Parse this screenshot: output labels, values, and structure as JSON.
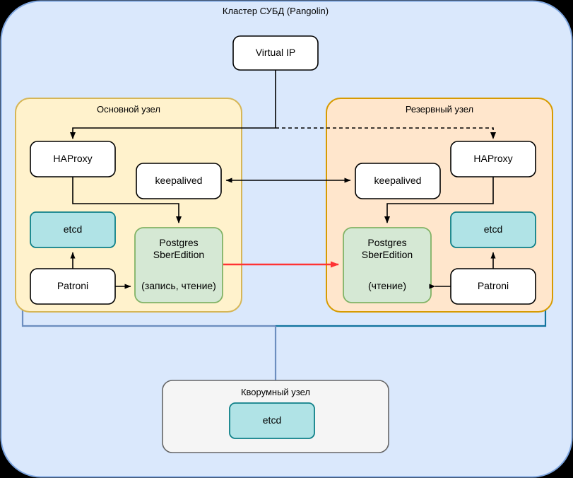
{
  "cluster": {
    "title": "Кластер СУБД (Pangolin)",
    "fill": "#dae8fc",
    "stroke": "#7ea6e0"
  },
  "virtual_ip": {
    "label": "Virtual IP",
    "fill": "#ffffff",
    "stroke": "#000000"
  },
  "primary_node": {
    "title": "Основной узел",
    "fill": "#fff2cc",
    "stroke": "#d6b656",
    "haproxy": {
      "label": "HAProxy"
    },
    "keepalived": {
      "label": "keepalived"
    },
    "etcd": {
      "label": "etcd",
      "fill": "#b0e3e6",
      "stroke": "#0e8088"
    },
    "patroni": {
      "label": "Patroni"
    },
    "postgres": {
      "line1": "Postgres",
      "line2": "SberEdition",
      "mode": "(запись, чтение)",
      "fill": "#d5e8d4",
      "stroke": "#82b366"
    }
  },
  "standby_node": {
    "title": "Резервный узел",
    "fill": "#ffe6cc",
    "stroke": "#d79b00",
    "haproxy": {
      "label": "HAProxy"
    },
    "keepalived": {
      "label": "keepalived"
    },
    "etcd": {
      "label": "etcd",
      "fill": "#b0e3e6",
      "stroke": "#0e8088"
    },
    "patroni": {
      "label": "Patroni"
    },
    "postgres": {
      "line1": "Postgres",
      "line2": "SberEdition",
      "mode": "(чтение)",
      "fill": "#d5e8d4",
      "stroke": "#82b366"
    }
  },
  "quorum_node": {
    "title": "Кворумный узел",
    "fill": "#f5f5f5",
    "stroke": "#666666",
    "etcd": {
      "label": "etcd",
      "fill": "#b0e3e6",
      "stroke": "#0e8088"
    }
  },
  "connectors": {
    "replication_color": "#ff3333",
    "etcd_left_color": "#6c8ebf",
    "etcd_right_color": "#10739e",
    "default_color": "#000000"
  }
}
